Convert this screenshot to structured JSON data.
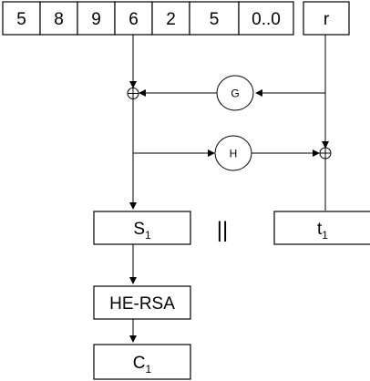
{
  "input_cells": [
    "5",
    "8",
    "9",
    "6",
    "2",
    "5",
    "0..0"
  ],
  "random_cell": "r",
  "nodes": {
    "g": "G",
    "h": "H"
  },
  "boxes": {
    "s": {
      "main": "S",
      "sub": "1"
    },
    "t": {
      "main": "t",
      "sub": "1"
    },
    "hersa": "HE-RSA",
    "c": {
      "main": "C",
      "sub": "1"
    }
  },
  "concat_symbol": "||"
}
